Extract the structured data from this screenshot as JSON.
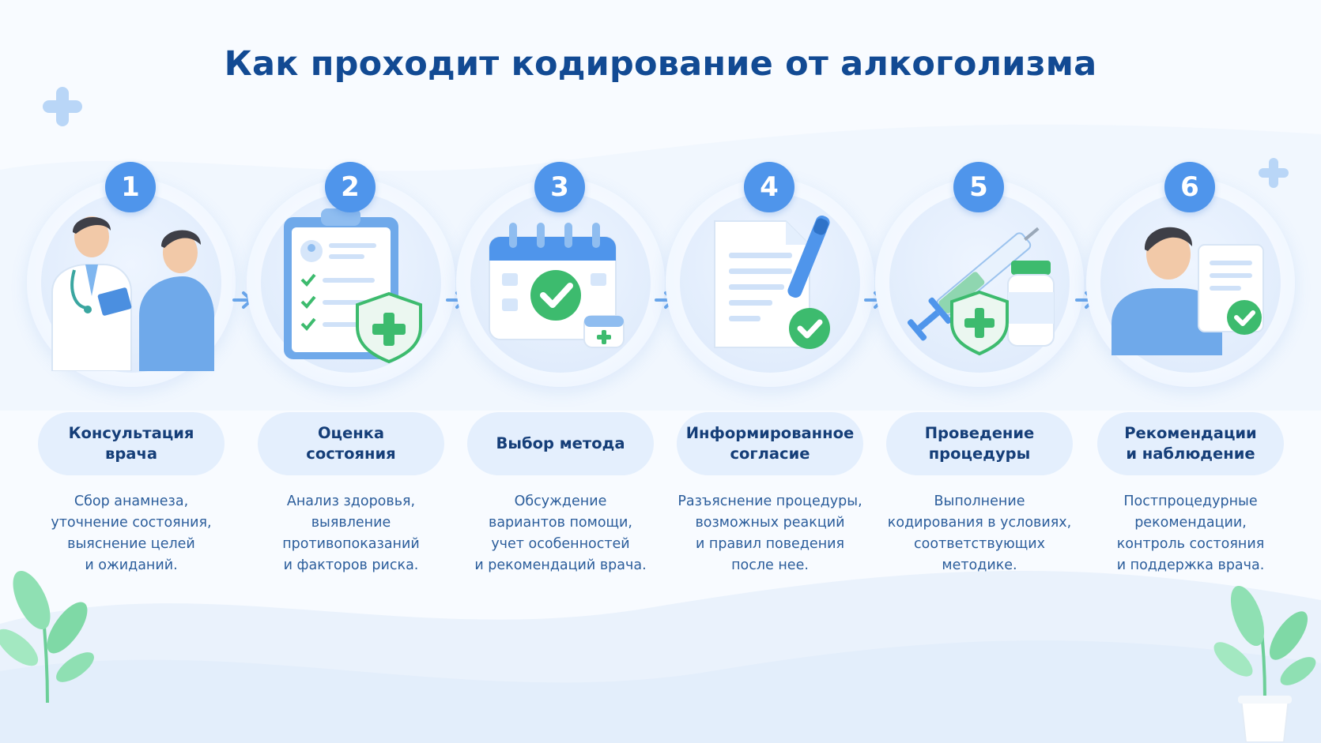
{
  "title": "Как проходит кодирование от алкоголизма",
  "colors": {
    "title": "#124a93",
    "accent": "#4f95eb",
    "pill": "#e4effd",
    "text": "#2b5d9b",
    "green": "#3dbb6e",
    "leaf": "#7fd9a6"
  },
  "steps": [
    {
      "number": "1",
      "label": "Консультация\nврача",
      "description": "Сбор анамнеза,\nуточнение состояния,\nвыяснение целей\nи ожиданий.",
      "icon": "doctor-patient-icon"
    },
    {
      "number": "2",
      "label": "Оценка\nсостояния",
      "description": "Анализ здоровья,\nвыявление\nпротивопоказаний\nи факторов риска.",
      "icon": "clipboard-checklist-icon"
    },
    {
      "number": "3",
      "label": "Выбор метода",
      "description": "Обсуждение\nвариантов помощи,\nучет особенностей\nи рекомендаций врача.",
      "icon": "calendar-check-icon"
    },
    {
      "number": "4",
      "label": "Информированное\nсогласие",
      "description": "Разъяснение процедуры,\nвозможных реакций\nи правил поведения\nпосле нее.",
      "icon": "document-pen-icon"
    },
    {
      "number": "5",
      "label": "Проведение\nпроцедуры",
      "description": "Выполнение\nкодирования в условиях,\nсоответствующих\nметодике.",
      "icon": "syringe-shield-icon"
    },
    {
      "number": "6",
      "label": "Рекомендации\nи наблюдение",
      "description": "Постпроцедурные\nрекомендации,\nконтроль состояния\nи поддержка врача.",
      "icon": "patient-report-icon"
    }
  ]
}
